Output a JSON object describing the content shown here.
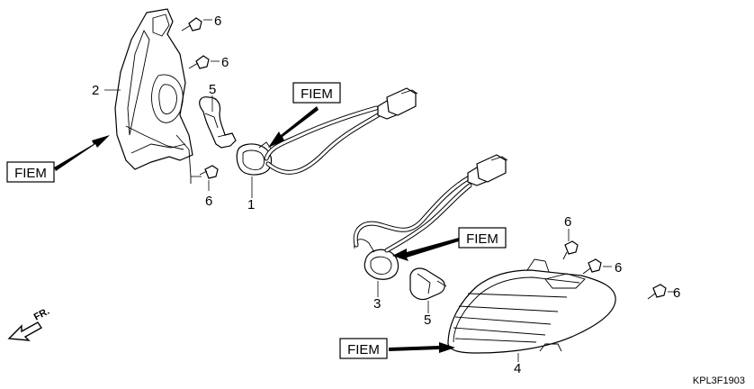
{
  "labels": {
    "part_1": "1",
    "part_2": "2",
    "part_3": "3",
    "part_4": "4",
    "part_5a": "5",
    "part_5b": "5",
    "part_6a": "6",
    "part_6b": "6",
    "part_6c": "6",
    "part_6d": "6",
    "part_6e": "6",
    "part_6f": "6"
  },
  "boxes": {
    "fiem_1": "FIEM",
    "fiem_2": "FIEM",
    "fiem_3": "FIEM",
    "fiem_4": "FIEM"
  },
  "direction": "FR.",
  "diagram_code": "KPL3F1903"
}
